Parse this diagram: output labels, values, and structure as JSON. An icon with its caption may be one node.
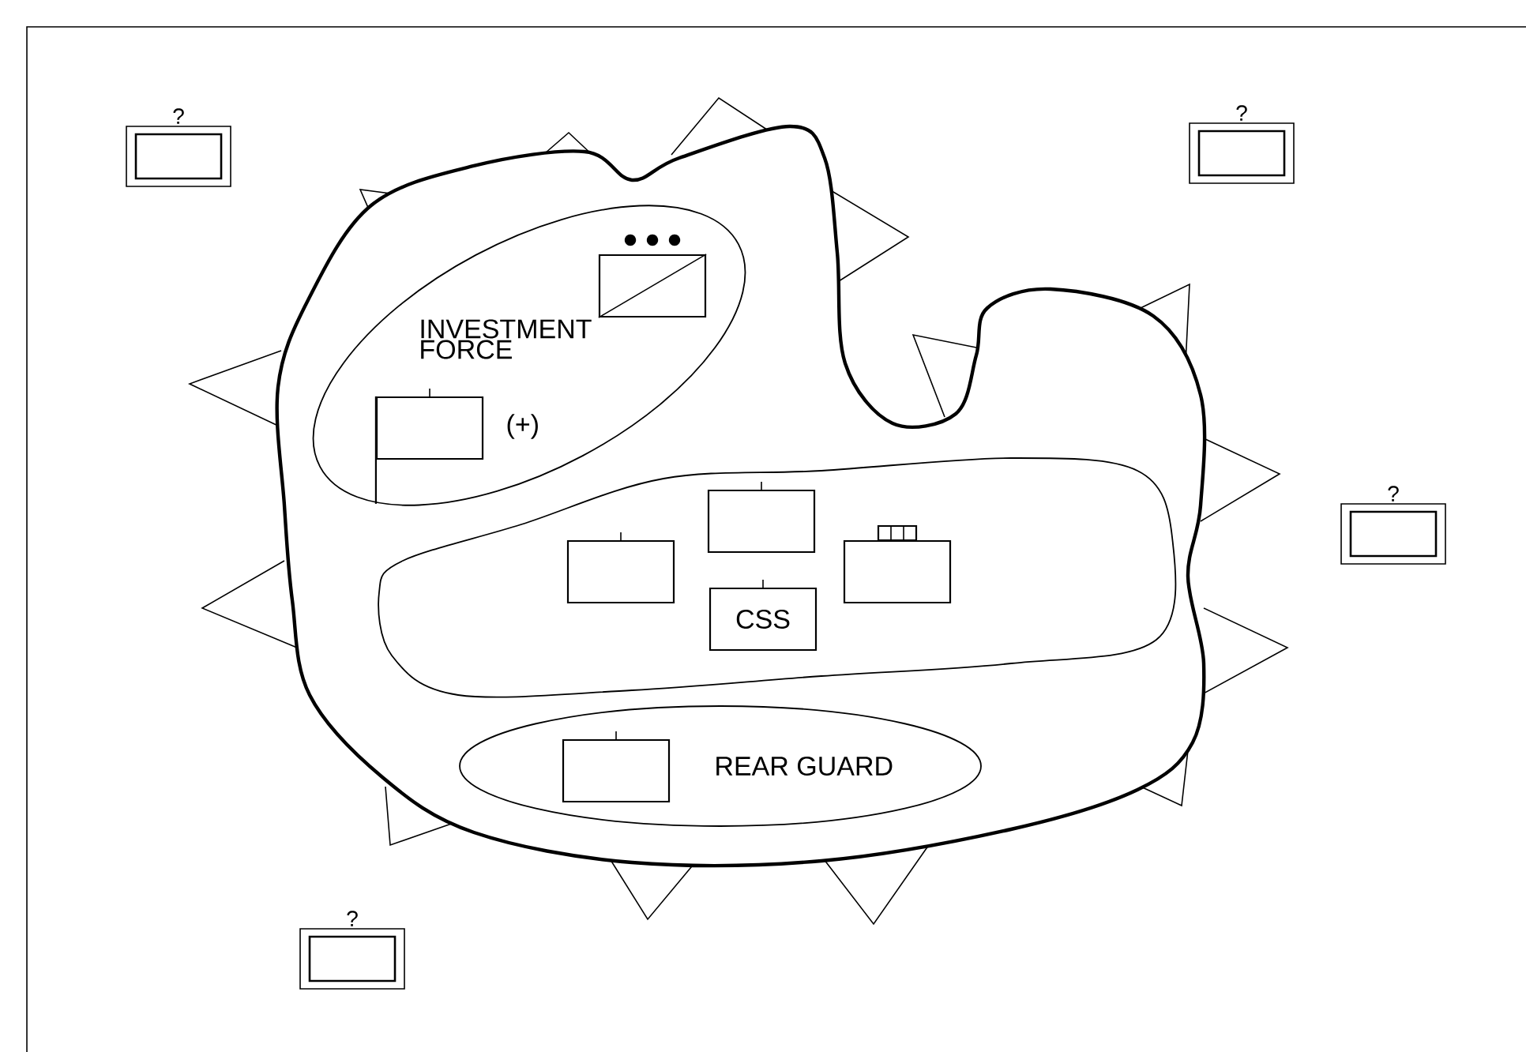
{
  "diagram": {
    "nodes": [
      {
        "text": [],
        "shape": "cloud"
      },
      {
        "text": [
          "INVESTMENT FORCE"
        ],
        "in": 0
      },
      {
        "text": [],
        "shape": "box",
        "in": 1
      },
      {
        "text": [],
        "shape": "box",
        "in": 1,
        "beside": [
          "(+)"
        ]
      },
      {
        "text": [],
        "shape": "band",
        "in": 0
      },
      {
        "text": [],
        "shape": "box",
        "in": 4
      },
      {
        "text": [],
        "shape": "box",
        "in": 4
      },
      {
        "text": [
          "CSS"
        ],
        "in": 4
      },
      {
        "text": [],
        "shape": "box",
        "in": 4
      },
      {
        "text": [
          "REAR GUARD"
        ],
        "in": 0
      },
      {
        "text": [],
        "shape": "box",
        "in": 9
      },
      {
        "text": [
          "?"
        ]
      },
      {
        "text": [
          "?"
        ]
      },
      {
        "text": [
          "?"
        ]
      },
      {
        "text": [
          "?"
        ]
      }
    ]
  }
}
